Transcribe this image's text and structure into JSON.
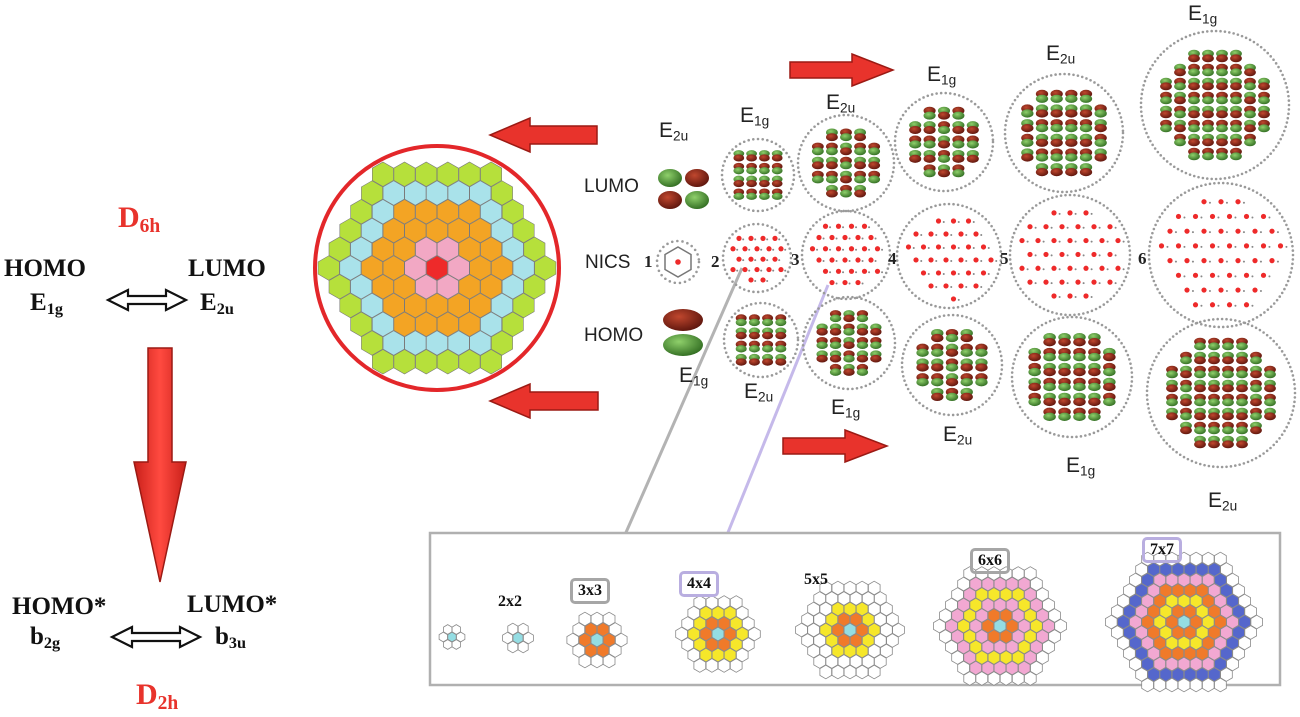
{
  "left_panel": {
    "group_top": "D",
    "group_top_sub": "6h",
    "group_bottom": "D",
    "group_bottom_sub": "2h",
    "homo": "HOMO",
    "lumo": "LUMO",
    "homo_sym": "E",
    "homo_sym_sub": "1g",
    "lumo_sym": "E",
    "lumo_sym_sub": "2u",
    "homo_star": "HOMO*",
    "lumo_star": "LUMO*",
    "homo_star_sym": "b",
    "homo_star_sym_sub": "2g",
    "lumo_star_sym": "b",
    "lumo_star_sym_sub": "3u"
  },
  "rows": {
    "lumo": "LUMO",
    "nics": "NICS",
    "homo": "HOMO"
  },
  "numbers": [
    "1",
    "2",
    "3",
    "4",
    "5",
    "6"
  ],
  "lumo_labels": [
    {
      "s": "E",
      "sub": "2u"
    },
    {
      "s": "E",
      "sub": "1g"
    },
    {
      "s": "E",
      "sub": "2u"
    },
    {
      "s": "E",
      "sub": "1g"
    },
    {
      "s": "E",
      "sub": "2u"
    },
    {
      "s": "E",
      "sub": "1g"
    }
  ],
  "homo_labels": [
    {
      "s": "E",
      "sub": "1g"
    },
    {
      "s": "E",
      "sub": "2u"
    },
    {
      "s": "E",
      "sub": "1g"
    },
    {
      "s": "E",
      "sub": "2u"
    },
    {
      "s": "E",
      "sub": "1g"
    },
    {
      "s": "E",
      "sub": "2u"
    }
  ],
  "sizes": [
    "2x2",
    "3x3",
    "4x4",
    "5x5",
    "6x6",
    "7x7"
  ],
  "colors": {
    "arrow_red": "#e8332c",
    "circle_red": "#e3272a",
    "ring_green": "#b6e03b",
    "ring_cyan": "#a9e2ea",
    "ring_orange": "#f3a424",
    "ring_pink": "#f2a8c4",
    "orbital_red": "#7a1c12",
    "orbital_green": "#4e8f34",
    "hex_cyan": "#94dde3",
    "hex_orange": "#f07a2a",
    "hex_yellow": "#f6e72a",
    "hex_pink": "#f2a8d2",
    "hex_blue": "#5567cc",
    "box_gray": "#a6a6a6",
    "box_purple": "#b9aee0",
    "nics_dot": "#ee2a2a"
  }
}
